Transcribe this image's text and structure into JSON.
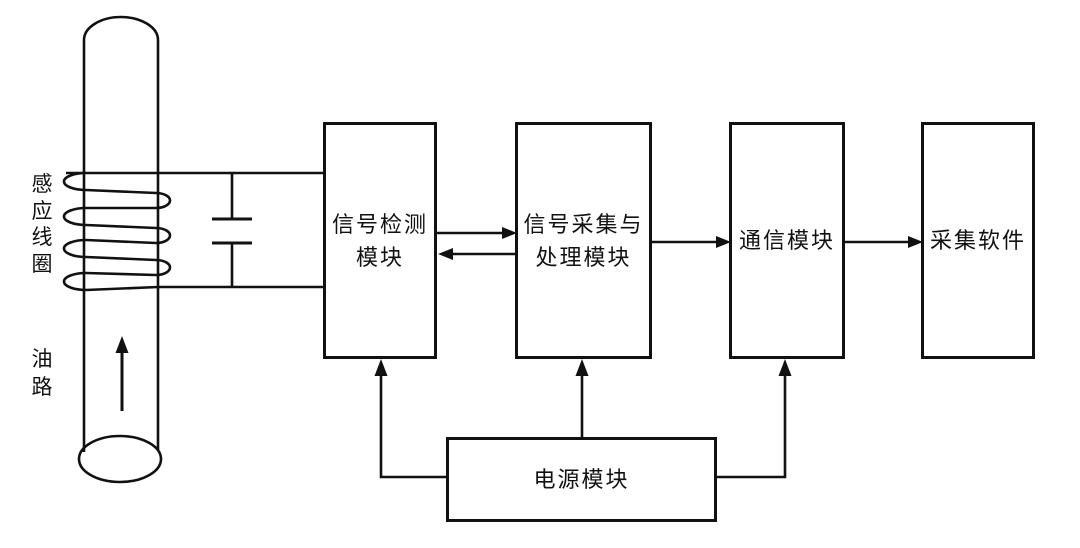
{
  "diagram": {
    "type": "block-diagram",
    "description_visible_text_only": true,
    "colors": {
      "line": "#111111",
      "background": "#ffffff"
    },
    "sensor": {
      "coil_label": "感\n应\n线\n圈",
      "oil_path_label": "油\n路"
    },
    "modules": {
      "detection": "信号检测\n模块",
      "acquisition": "信号采集与\n处理模块",
      "communication": "通信模块",
      "software": "采集软件",
      "power": "电源模块"
    },
    "connections": [
      "感应线圈 — 信号检测模块 (两根引线, 并联电容)",
      "信号检测模块 → 信号采集与处理模块",
      "信号采集与处理模块 → 信号检测模块",
      "信号采集与处理模块 → 通信模块",
      "通信模块 → 采集软件",
      "电源模块 → 信号检测模块",
      "电源模块 → 信号采集与处理模块",
      "电源模块 → 通信模块"
    ]
  }
}
